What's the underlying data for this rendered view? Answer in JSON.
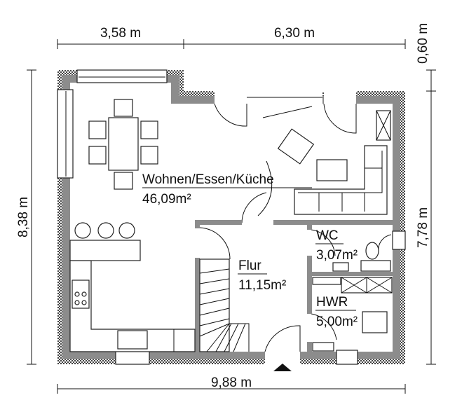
{
  "dimensions": {
    "top_left": "3,58 m",
    "top_right": "6,30 m",
    "right_top": "0,60 m",
    "right_main": "7,78 m",
    "left": "8,38 m",
    "bottom": "9,88 m"
  },
  "rooms": [
    {
      "name": "Wohnen/Essen/Küche",
      "area": "46,09m²"
    },
    {
      "name": "Flur",
      "area": "11,15m²"
    },
    {
      "name": "WC",
      "area": "3,07m²"
    },
    {
      "name": "HWR",
      "area": "5,00m²"
    }
  ],
  "colors": {
    "wall": "#8c8c8c",
    "line": "#111111"
  }
}
